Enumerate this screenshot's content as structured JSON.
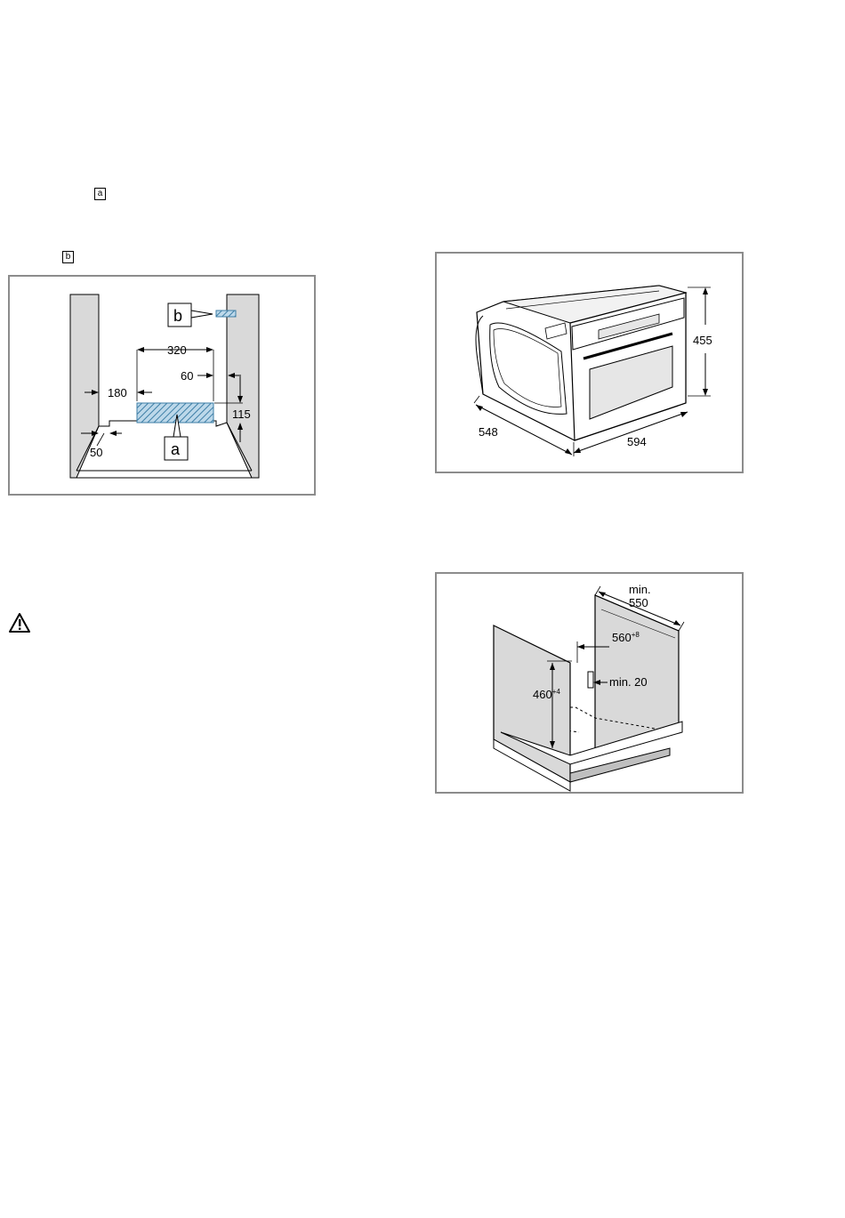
{
  "legend": {
    "a": "a",
    "b": "b"
  },
  "figure_top_left": {
    "label_b": "b",
    "label_a": "a",
    "dim_320": "320",
    "dim_60": "60",
    "dim_180": "180",
    "dim_115": "115",
    "dim_50": "50"
  },
  "figure_oven": {
    "height": "455",
    "depth": "548",
    "width": "594"
  },
  "figure_cabinet": {
    "min_label": "min.",
    "min_value": "550",
    "width_base": "560",
    "width_tol": "+8",
    "height_base": "460",
    "height_tol": "+4",
    "gap": "min. 20"
  },
  "warning_icon": "warning-triangle-icon",
  "colors": {
    "panel": "#d9d9d9",
    "hatch": "#3d7ea6",
    "frame": "#8c8c8c"
  }
}
